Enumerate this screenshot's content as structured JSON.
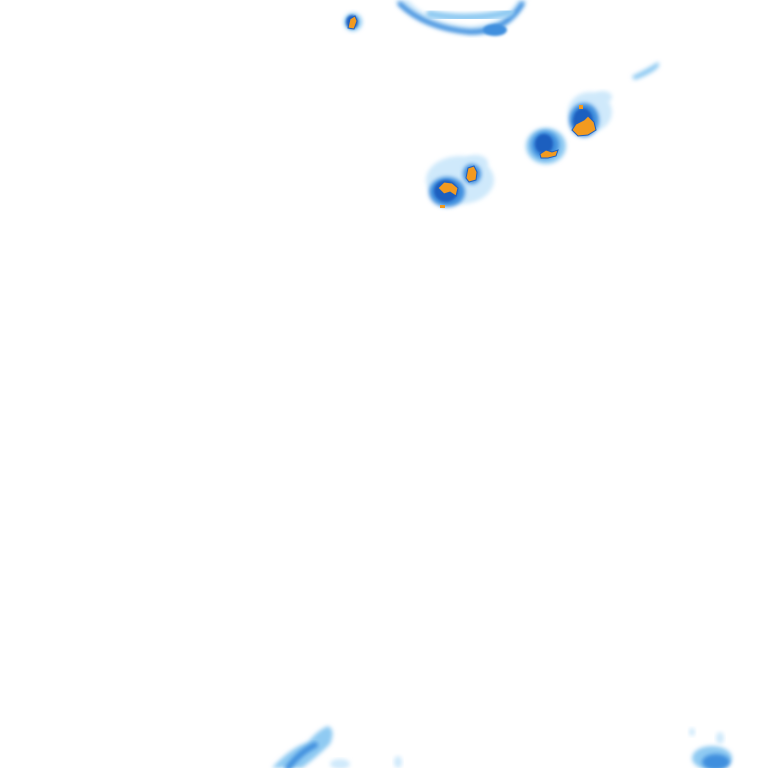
{
  "map": {
    "type": "weather-radar-tile",
    "background": "#ffffff",
    "legend_colors": {
      "light": "#cfe9fb",
      "moderate": "#8fcaf2",
      "strong": "#3f8fde",
      "intense": "#1f5fbf",
      "core": "#f29a1f"
    },
    "cells": [
      {
        "id": "top-left-cell",
        "intensity": "core"
      },
      {
        "id": "top-arc-band",
        "intensity": "moderate"
      },
      {
        "id": "upper-right-streak",
        "intensity": "light"
      },
      {
        "id": "northeast-cell",
        "intensity": "core"
      },
      {
        "id": "east-cell",
        "intensity": "core"
      },
      {
        "id": "central-cell",
        "intensity": "core"
      },
      {
        "id": "bottom-left-band",
        "intensity": "strong"
      },
      {
        "id": "bottom-right-band",
        "intensity": "strong"
      }
    ]
  }
}
